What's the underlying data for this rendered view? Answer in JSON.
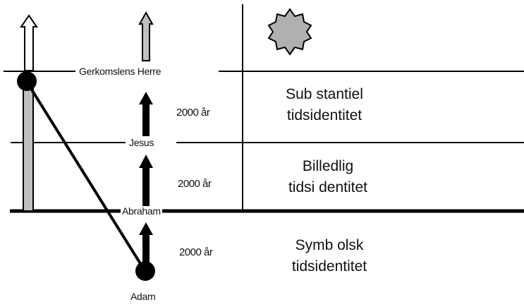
{
  "labels": {
    "gerkomslens_herre": "Gerkomslens Herre",
    "jesus": "Jesus",
    "abraham": "Abraham",
    "adam": "Adam"
  },
  "years": {
    "upper": "2000 år",
    "middle": "2000 år",
    "lower": "2000 år"
  },
  "zones": {
    "upper": {
      "line1": "Sub stantiel",
      "line2": "tidsidentitet"
    },
    "middle": {
      "line1": "Billedlig",
      "line2": "tidsi dentitet"
    },
    "lower": {
      "line1": "Symb olsk",
      "line2": "tidsidentitet"
    }
  },
  "colors": {
    "ink": "#000000",
    "grey_fill": "#c0c0c0",
    "sun_fill": "#b0b0b0",
    "background": "#ffffff"
  },
  "icons": [
    "sun-icon",
    "up-arrow-icon"
  ]
}
